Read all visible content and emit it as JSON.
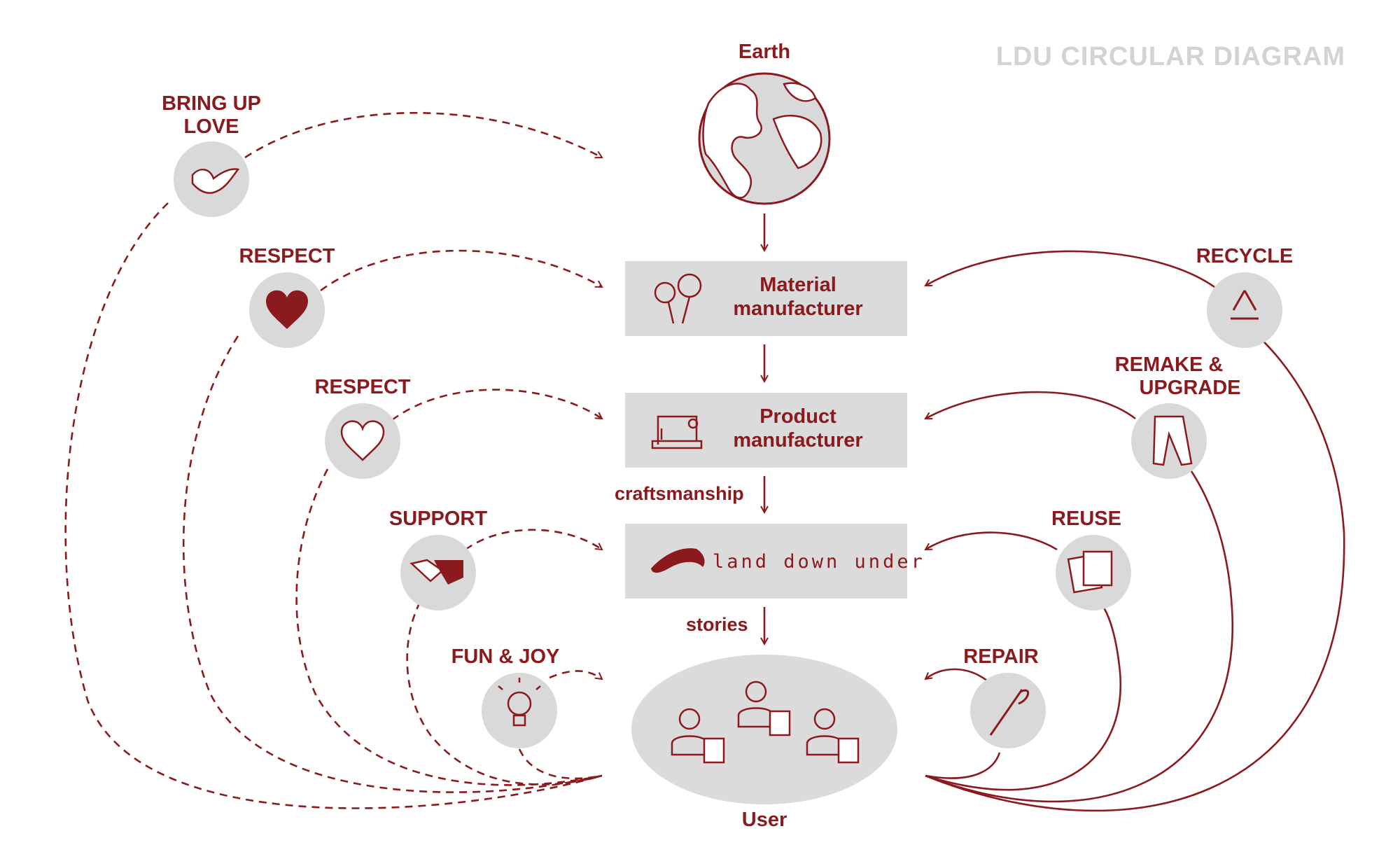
{
  "header": {
    "title": "LDU CIRCULAR DIAGRAM"
  },
  "chain": {
    "earth": "Earth",
    "material": [
      "Material",
      "manufacturer"
    ],
    "product": [
      "Product",
      "manufacturer"
    ],
    "brand": "land down under",
    "user": "User",
    "edge_craft": "craftsmanship",
    "edge_stories": "stories"
  },
  "left": {
    "bring_up_love": [
      "BRING UP",
      "LOVE"
    ],
    "respect_1": "RESPECT",
    "respect_2": "RESPECT",
    "support": "SUPPORT",
    "fun_joy": "FUN & JOY"
  },
  "right": {
    "recycle": "RECYCLE",
    "remake": [
      "REMAKE &",
      "UPGRADE"
    ],
    "reuse": "REUSE",
    "repair": "REPAIR"
  },
  "colors": {
    "accent": "#8b1a1e",
    "box": "#dcdbdb",
    "circle": "#d9d9d9",
    "title": "#d3d3d3"
  },
  "icons": [
    "globe-icon",
    "dove-icon",
    "heart-filled-icon",
    "heart-outline-icon",
    "handshake-icon",
    "lightbulb-icon",
    "cotton-plant-icon",
    "sewing-machine-icon",
    "boomerang-icon",
    "user-icon",
    "recycle-icon",
    "jeans-icon",
    "folded-clothes-icon",
    "needle-icon"
  ]
}
